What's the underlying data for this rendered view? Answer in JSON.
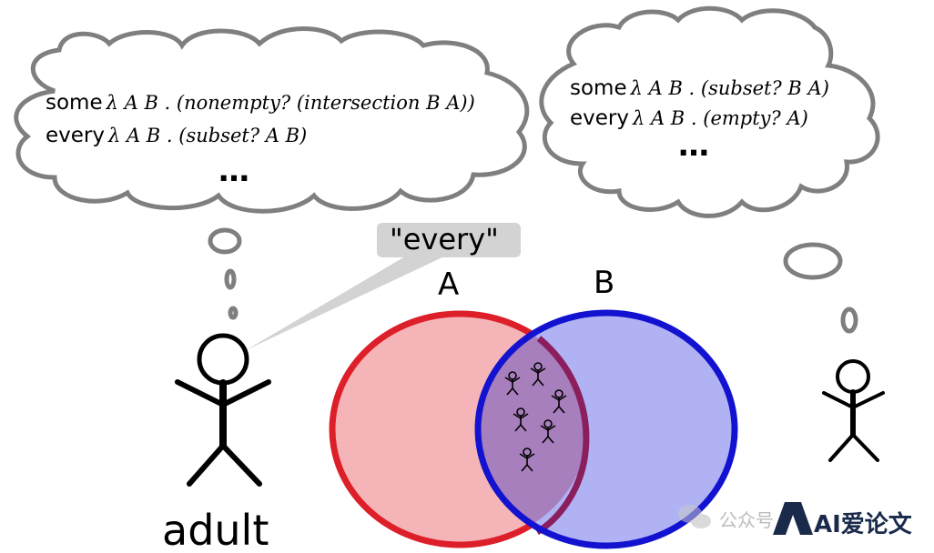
{
  "thought_left": {
    "lines": [
      {
        "quantifier": "some",
        "lambda": "λ A B . (nonempty? (intersection B A))"
      },
      {
        "quantifier": "every",
        "lambda": "λ A B . (subset? A B)"
      }
    ],
    "ellipsis": "…"
  },
  "thought_right": {
    "lines": [
      {
        "quantifier": "some",
        "lambda": "λ A B . (subset? B A)"
      },
      {
        "quantifier": "every",
        "lambda": "λ A B . (empty? A)"
      }
    ],
    "ellipsis": "…"
  },
  "speech": "\"every\"",
  "venn": {
    "label_a": "A",
    "label_b": "B",
    "color_a": "#dd1f2a",
    "fill_a": "#f5b5b8",
    "color_b": "#1212d0",
    "fill_b": "#b0b2f4",
    "overlap_fill": "#a77fbc",
    "overlap_figures": 6
  },
  "speaker_label": "adult",
  "watermark": {
    "text": "公众号",
    "brand": "AI爱论文"
  }
}
